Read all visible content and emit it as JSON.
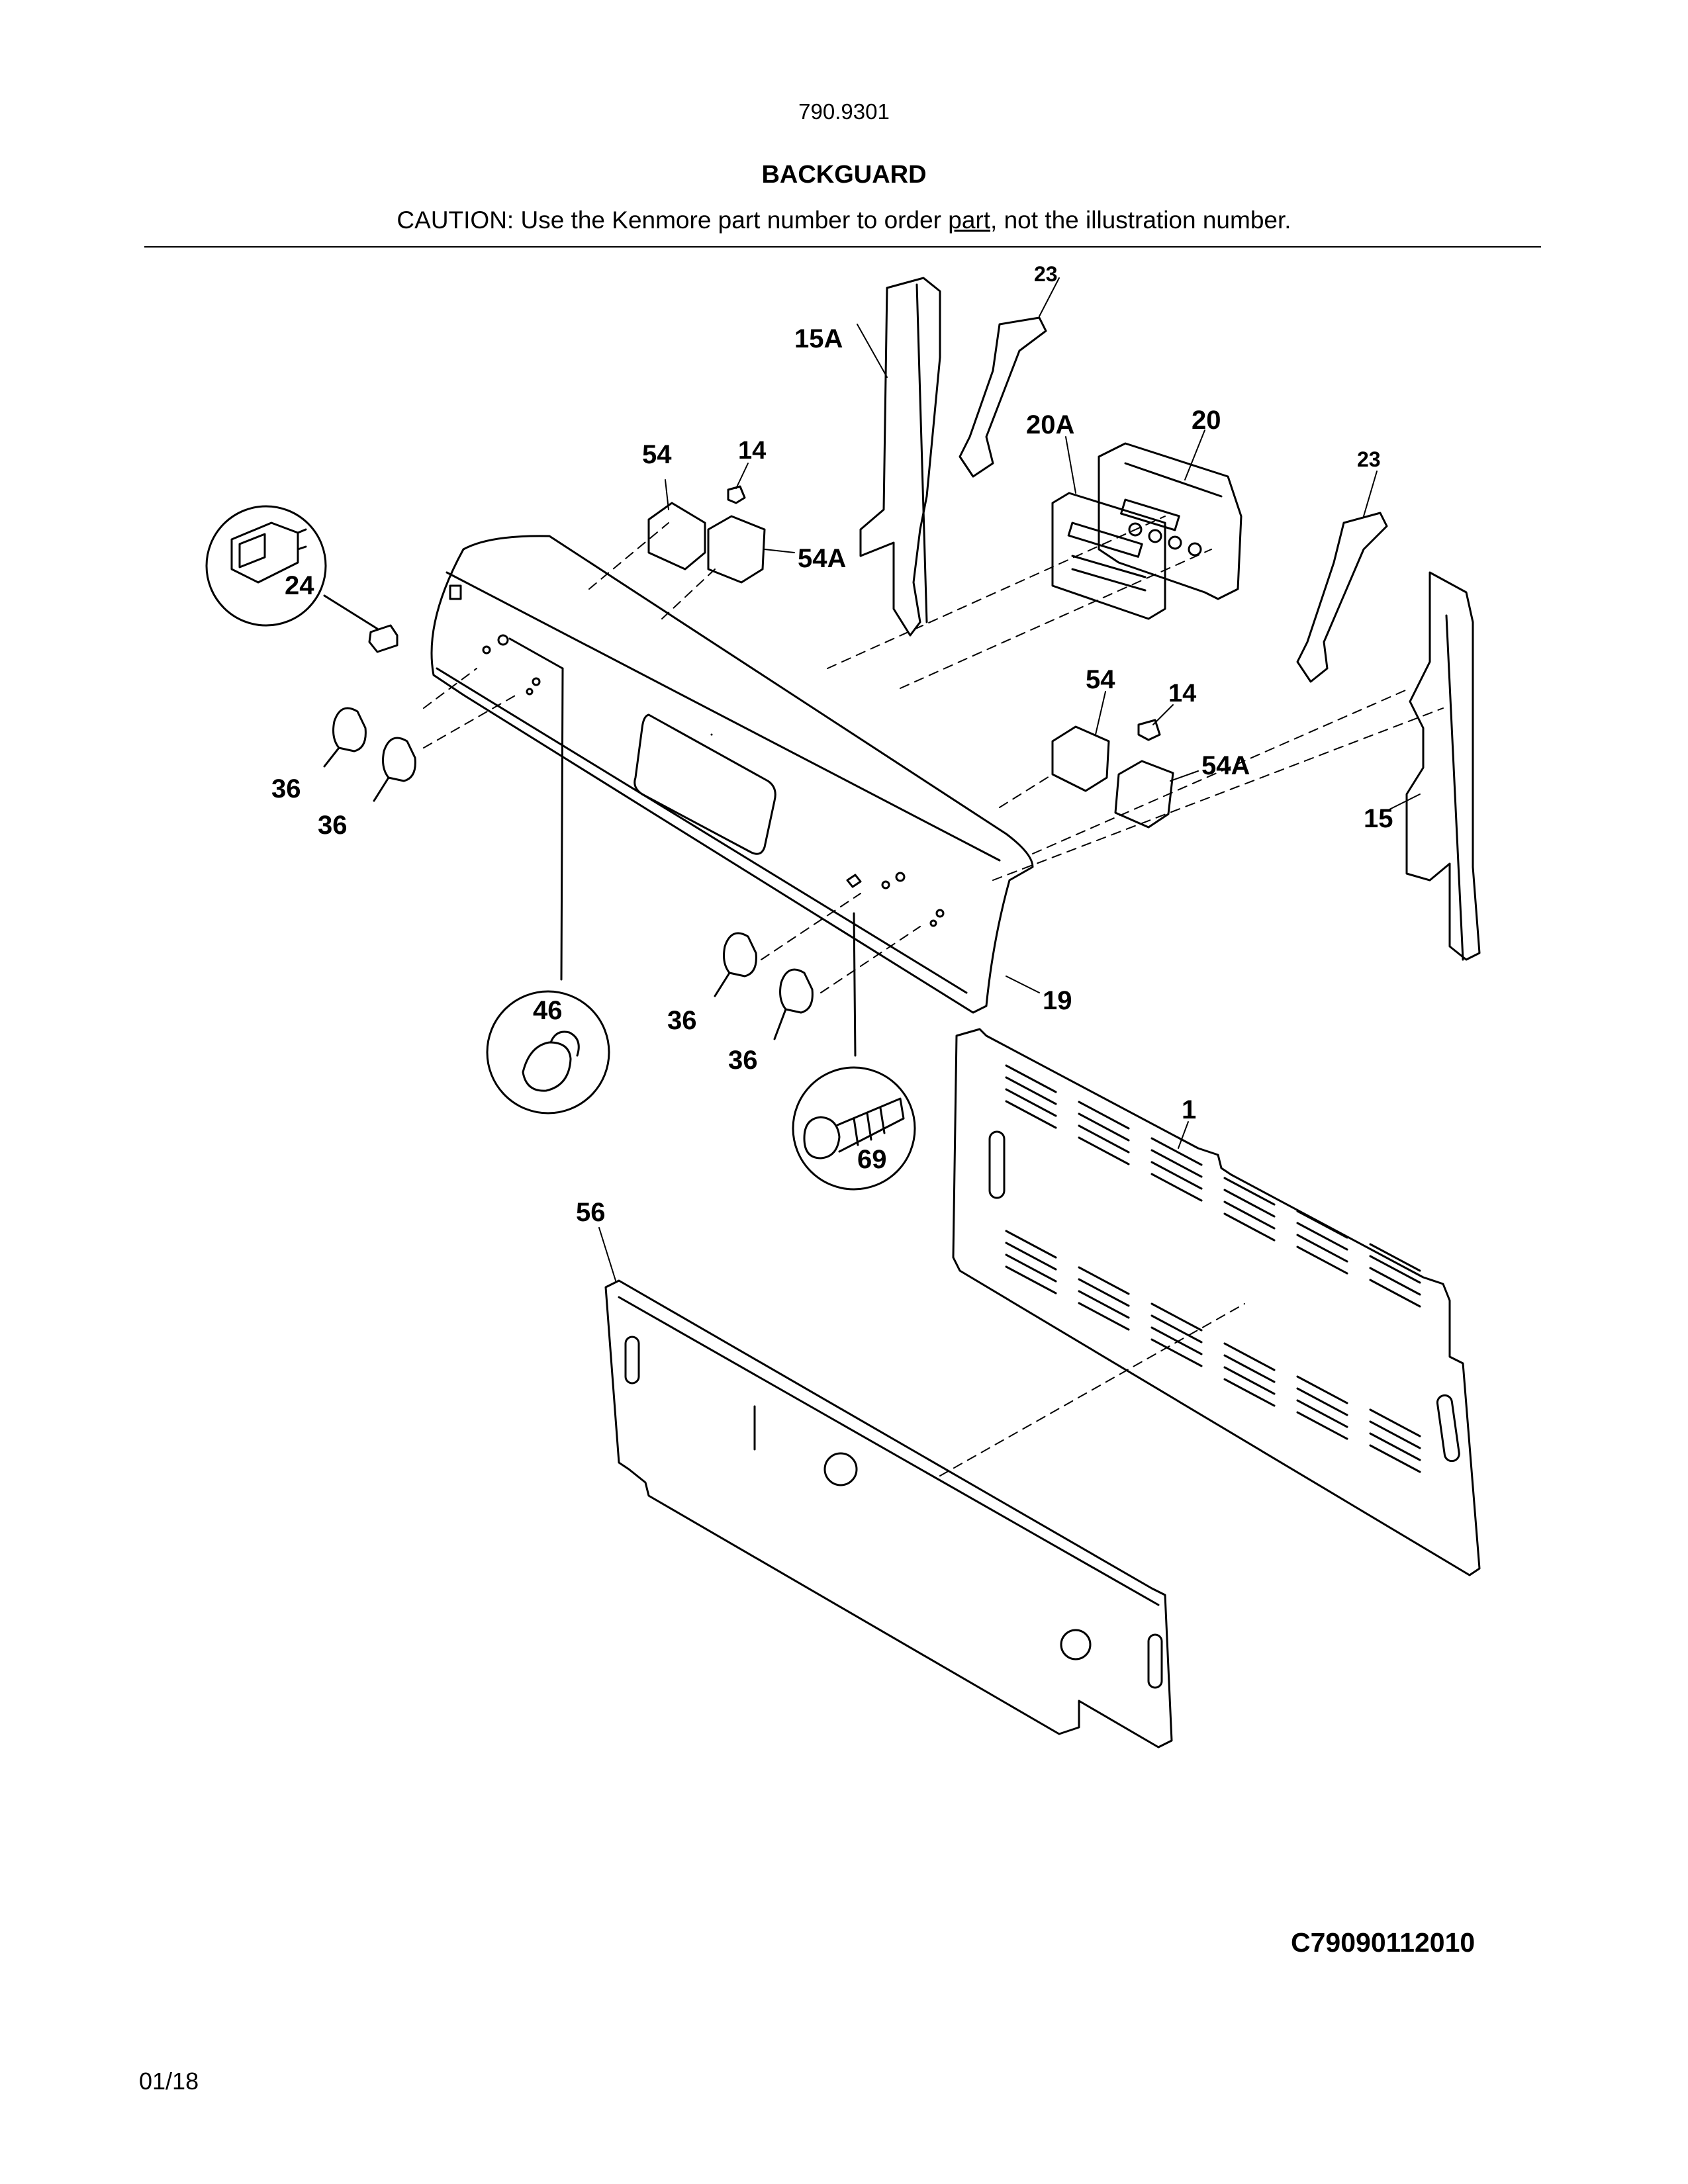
{
  "header": {
    "model_number": "790.9301",
    "title": "BACKGUARD",
    "caution_prefix": "CAUTION: Use the Kenmore part number to order ",
    "caution_link": "part",
    "caution_suffix": ", not the illustration number."
  },
  "diagram": {
    "labels": {
      "l1": "1",
      "l14a": "14",
      "l14b": "14",
      "l15": "15",
      "l15a": "15A",
      "l19": "19",
      "l20": "20",
      "l20a": "20A",
      "l23a": "23",
      "l23b": "23",
      "l24": "24",
      "l36a": "36",
      "l36b": "36",
      "l36c": "36",
      "l36d": "36",
      "l46": "46",
      "l54a": "54",
      "l54b": "54",
      "l54aa": "54A",
      "l54ab": "54A",
      "l56": "56",
      "l69": "69"
    }
  },
  "footer": {
    "drawing_code": "C79090112010",
    "date": "01/18"
  }
}
